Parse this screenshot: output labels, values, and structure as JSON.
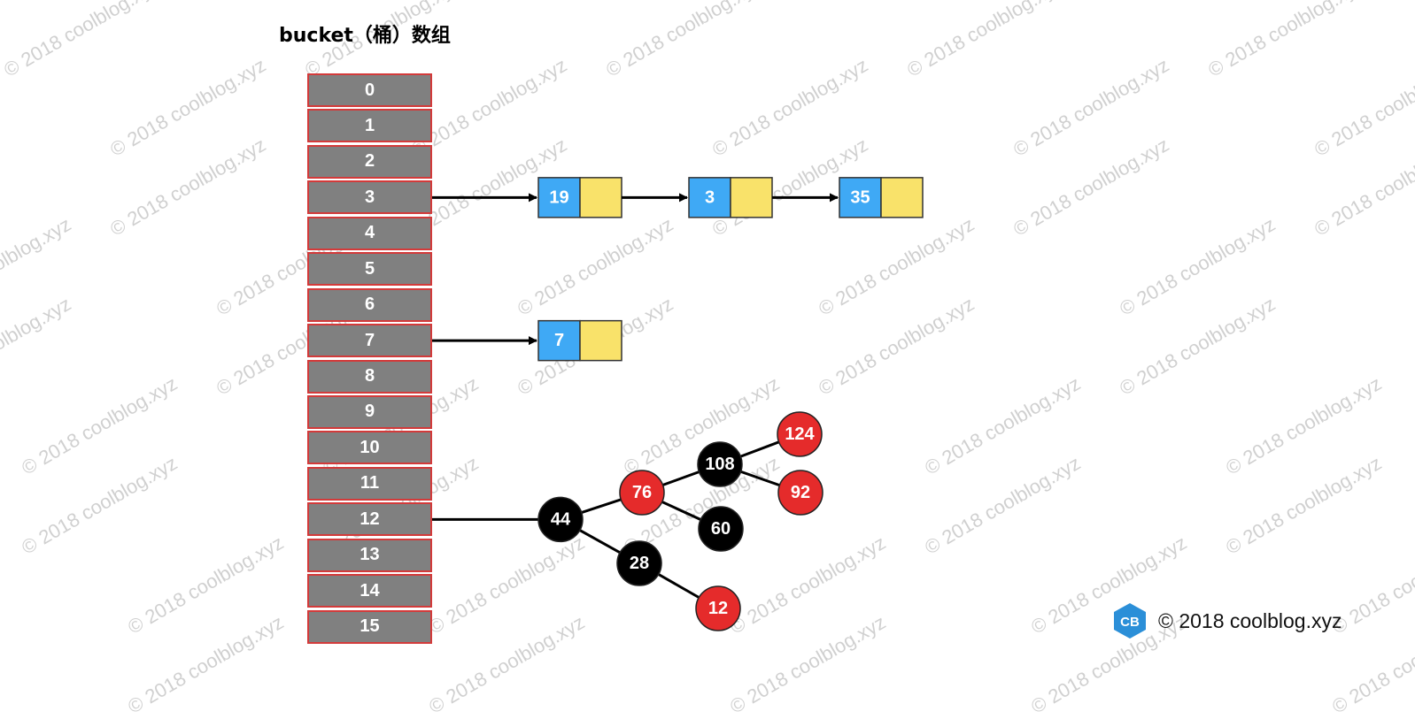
{
  "title": "bucket（桶）数组",
  "buckets": [
    "0",
    "1",
    "2",
    "3",
    "4",
    "5",
    "6",
    "7",
    "8",
    "9",
    "10",
    "11",
    "12",
    "13",
    "14",
    "15"
  ],
  "chains": [
    {
      "bucket": "3",
      "nodes": [
        "19",
        "3",
        "35"
      ]
    },
    {
      "bucket": "7",
      "nodes": [
        "7"
      ]
    }
  ],
  "tree": {
    "bucket": "12",
    "nodes": [
      {
        "key": "44",
        "color": "black"
      },
      {
        "key": "76",
        "color": "red"
      },
      {
        "key": "28",
        "color": "black"
      },
      {
        "key": "108",
        "color": "black"
      },
      {
        "key": "60",
        "color": "black"
      },
      {
        "key": "12",
        "color": "red"
      },
      {
        "key": "124",
        "color": "red"
      },
      {
        "key": "92",
        "color": "red"
      }
    ],
    "edges": [
      [
        "44",
        "76"
      ],
      [
        "44",
        "28"
      ],
      [
        "76",
        "108"
      ],
      [
        "76",
        "60"
      ],
      [
        "28",
        "12"
      ],
      [
        "108",
        "124"
      ],
      [
        "108",
        "92"
      ]
    ]
  },
  "colors": {
    "bucket_fill": "#808080",
    "bucket_border": "#d33a3a",
    "node_key": "#3fa9f5",
    "node_next": "#f9e26a",
    "tree_red": "#e52b2b",
    "tree_black": "#000000",
    "logo": "#2b8fd8"
  },
  "watermark": "© 2018 coolblog.xyz",
  "logo_text": "CB",
  "brand_text": "© 2018 coolblog.xyz"
}
